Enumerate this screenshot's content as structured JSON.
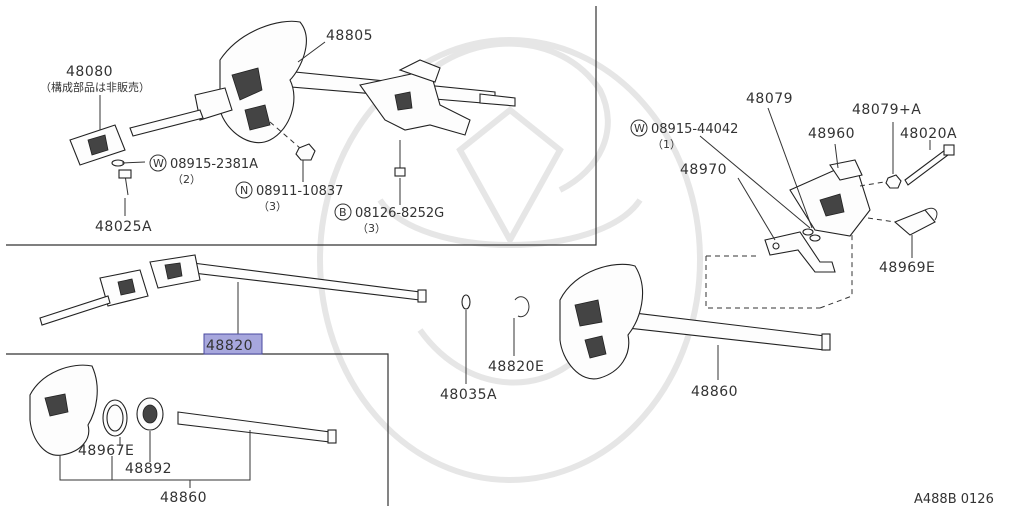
{
  "labels": {
    "p48805": "48805",
    "p48080": "48080",
    "p48080_note": "（構成部品は非販売）",
    "p48025A": "48025A",
    "w_code_1": "08915-2381A",
    "w_qty_1": "（2）",
    "n_code": "08911-10837",
    "n_qty": "（3）",
    "b_code": "08126-8252G",
    "b_qty": "（3）",
    "p48820": "48820",
    "p48035A": "48035A",
    "p48820E": "48820E",
    "p48860_main": "48860",
    "p48967E": "48967E",
    "p48892": "48892",
    "p48860_inset": "48860",
    "w_code_2": "08915-44042",
    "w_qty_2": "（1）",
    "p48079": "48079",
    "p48079A": "48079+A",
    "p48960": "48960",
    "p48020A": "48020A",
    "p48970": "48970",
    "p48969E": "48969E",
    "diagram_code": "A488B 0126"
  },
  "symbols": {
    "w": "W",
    "n": "N",
    "b": "B"
  },
  "highlighted_part": "48820"
}
